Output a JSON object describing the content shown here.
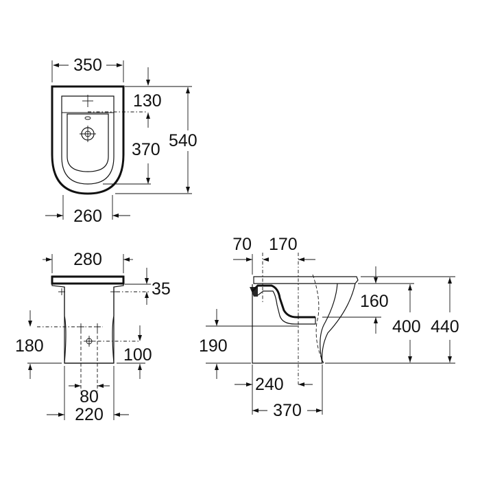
{
  "dimensions": {
    "top_view": {
      "width_top": "350",
      "rim_to_tap": "130",
      "tap_to_rear": "370",
      "depth_total": "540",
      "width_bottom": "260"
    },
    "front_view": {
      "width_top": "280",
      "fixing_height": "35",
      "tap_height": "180",
      "waste_height": "100",
      "fixing_spacing": "80",
      "base_width": "220"
    },
    "side_view": {
      "rear_offset": "70",
      "tap_offset": "170",
      "rim_to_outlet": "160",
      "height_bowl": "400",
      "height_total": "440",
      "outlet_height": "190",
      "base_depth": "240",
      "total_depth": "370"
    }
  }
}
